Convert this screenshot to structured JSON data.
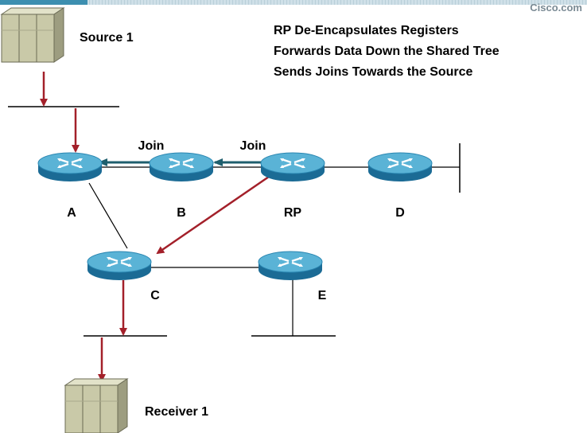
{
  "header": {
    "brand_text": "Cisco.com"
  },
  "notes": [
    "RP De-Encapsulates Registers",
    "Forwards Data Down the Shared Tree",
    "Sends Joins Towards the Source"
  ],
  "hosts": {
    "source": "Source 1",
    "receiver": "Receiver 1"
  },
  "routers": {
    "a": "A",
    "b": "B",
    "rp": "RP",
    "d": "D",
    "c": "C",
    "e": "E"
  },
  "join_labels": [
    "Join",
    "Join"
  ],
  "colors": {
    "data_arrow": "#a3202a",
    "join_arrow": "#1f5f6e",
    "router_top": "#5ab3d6",
    "router_side": "#1b6b95",
    "server_body": "#c9c9a8",
    "link": "#000000"
  }
}
